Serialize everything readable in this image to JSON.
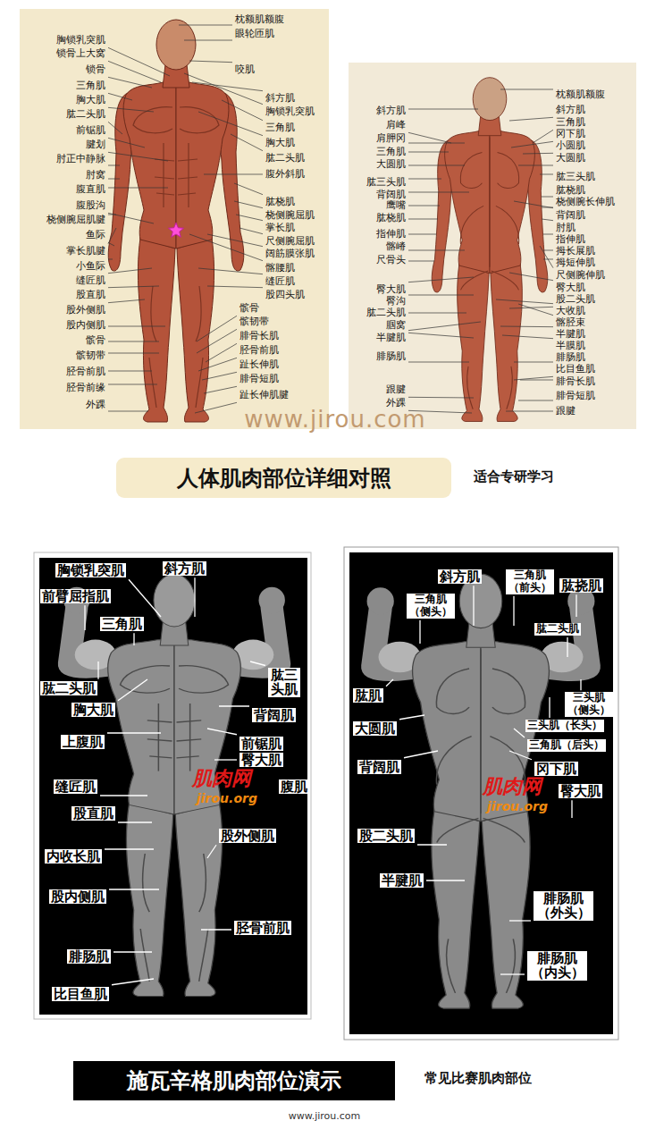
{
  "diagram": {
    "nodes": [
      {
        "text": [
          "人体肌肉部位详细对照"
        ]
      },
      {
        "text": [
          "施瓦辛格肌肉部位演示"
        ]
      }
    ],
    "labels": [
      "胸锁乳突肌",
      "锁骨上大窝",
      "锁骨",
      "三角肌",
      "胸大肌",
      "肱二头肌",
      "前锯肌",
      "腱划",
      "肘正中静脉",
      "肘窝",
      "腹直肌",
      "腹股沟",
      "桡侧腕屈肌腱",
      "鱼际",
      "掌长肌腱",
      "小鱼际",
      "缝匠肌",
      "股直肌",
      "股外侧肌",
      "股内侧肌",
      "髌骨",
      "髌韧带",
      "胫骨前肌",
      "胫骨前缘",
      "外踝",
      "枕额肌额腹",
      "眼轮匝肌",
      "咬肌",
      "斜方肌",
      "胸锁乳突肌",
      "三角肌",
      "胸大肌",
      "肱二头肌",
      "腹外斜肌",
      "肱桡肌",
      "桡侧腕屈肌",
      "掌长肌",
      "尺侧腕屈肌",
      "阔筋膜张肌",
      "髂腰肌",
      "缝匠肌",
      "股四头肌",
      "髌骨",
      "髌韧带",
      "腓骨长肌",
      "胫骨前肌",
      "趾长伸肌",
      "腓骨短肌",
      "趾长伸肌腱",
      "斜方肌",
      "肩峰",
      "肩胛冈",
      "三角肌",
      "大圆肌",
      "肱三头肌",
      "背阔肌",
      "鹰嘴",
      "肱桡肌",
      "指伸肌",
      "髂嵴",
      "尺骨头",
      "臀大肌",
      "臀沟",
      "肱二头肌",
      "腘窝",
      "半腱肌",
      "腓肠肌",
      "跟腱",
      "外踝",
      "枕额肌额腹",
      "斜方肌",
      "三角肌",
      "冈下肌",
      "小圆肌",
      "大圆肌",
      "肱三头肌",
      "肱桡肌",
      "桡侧腕长伸肌",
      "背阔肌",
      "肘肌",
      "指伸肌",
      "拇长展肌",
      "拇短伸肌",
      "尺侧腕伸肌",
      "臀大肌",
      "股二头肌",
      "大收肌",
      "髂胫束",
      "半腱肌",
      "半膜肌",
      "腓肠肌",
      "比目鱼肌",
      "腓骨长肌",
      "腓骨短肌",
      "跟腱",
      "www.jirou.com",
      "适合专研学习",
      "胸锁乳突肌",
      "斜方肌",
      "前臂屈指肌",
      "三角肌",
      "肱二头肌",
      "胸大肌",
      "肱三头肌",
      "背阔肌",
      "上腹肌",
      "前锯肌",
      "臀大肌",
      "腹肌",
      "缝匠肌",
      "股直肌",
      "股外侧肌",
      "内收长肌",
      "股内侧肌",
      "胫骨前肌",
      "腓肠肌",
      "比目鱼肌",
      "肌肉网",
      "jirou.org",
      "斜方肌",
      "三角肌（前头）",
      "肱挠肌",
      "三角肌（侧头）",
      "肱二头肌",
      "肱肌",
      "三头肌（侧头）",
      "三头肌（长头）",
      "三角肌（后头）",
      "大圆肌",
      "背阔肌",
      "冈下肌",
      "臀大肌",
      "股二头肌",
      "半腱肌",
      "腓肠肌（外头）",
      "腓肠肌（内头）",
      "肌肉网",
      "jirou.org",
      "常见比赛肌肉部位",
      "www.jirou.com"
    ]
  }
}
